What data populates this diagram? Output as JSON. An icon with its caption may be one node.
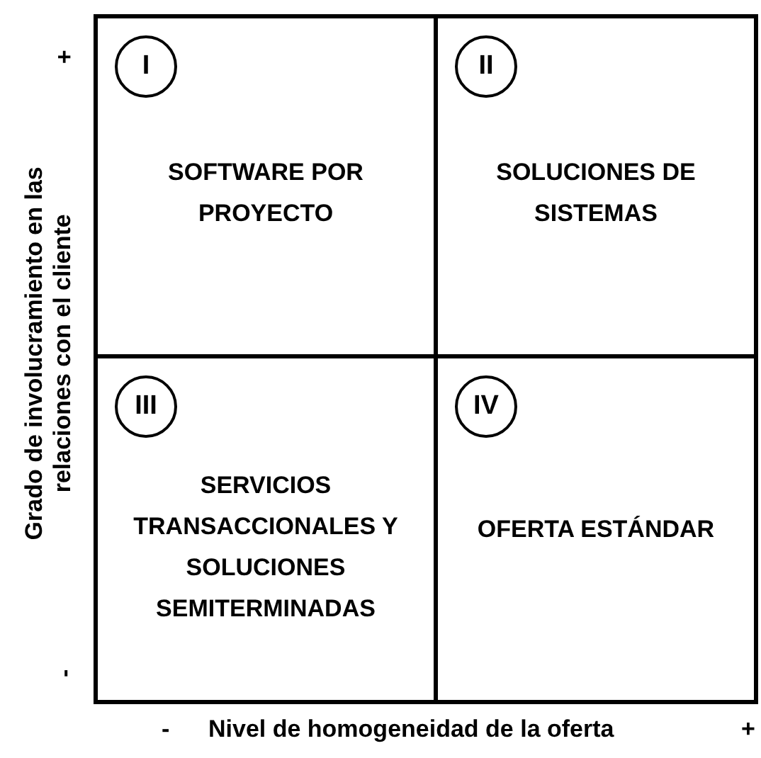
{
  "diagram": {
    "nodes": [
      {
        "text": [
          "SOFTWARE POR PROYECTO"
        ]
      },
      {
        "text": [
          "I"
        ],
        "in": 0
      },
      {
        "text": [
          "SOLUCIONES DE SISTEMAS"
        ]
      },
      {
        "text": [
          "II"
        ],
        "in": 2
      },
      {
        "text": [
          "SERVICIOS TRANSACCIONALES Y SOLUCIONES SEMITERMINADAS"
        ]
      },
      {
        "text": [
          "III"
        ],
        "in": 4
      },
      {
        "text": [
          "OFERTA ESTÁNDAR"
        ]
      },
      {
        "text": [
          "IV"
        ],
        "in": 6
      }
    ],
    "labels": [
      "+",
      "Grado de involucramiento en las relaciones con el cliente",
      "-",
      "-",
      "Nivel de homogeneidad de la oferta",
      "+"
    ]
  }
}
